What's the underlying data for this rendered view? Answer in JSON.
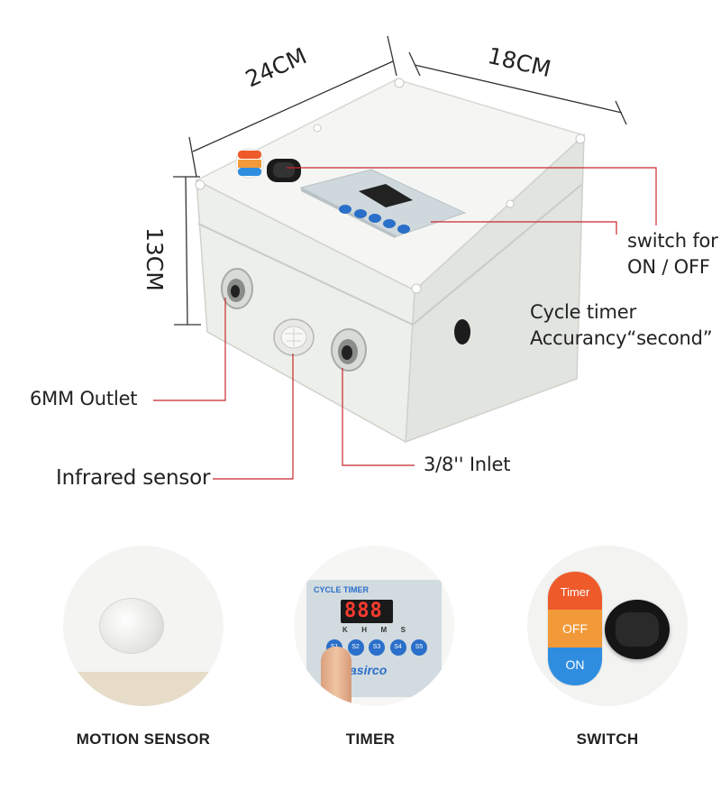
{
  "dimensions": {
    "width": "24CM",
    "depth": "18CM",
    "height": "13CM"
  },
  "callouts": {
    "switch": {
      "line1": "switch for",
      "line2": "ON / OFF"
    },
    "timer": {
      "line1": "Cycle timer",
      "line2": "Accurancy“second”"
    },
    "outlet": "6MM Outlet",
    "sensor": "Infrared sensor",
    "inlet": "3/8'' Inlet"
  },
  "box_labels": {
    "switch_timer": "Timer",
    "switch_off": "OFF",
    "switch_on": "ON",
    "panel_title": "CYCLE TIMER",
    "display": "888",
    "indicators": [
      "K",
      "H",
      "M",
      "S"
    ],
    "buttons": [
      "S1",
      "S2",
      "S3",
      "S4",
      "S5"
    ],
    "brand": "asirco"
  },
  "details": [
    {
      "caption": "MOTION SENSOR"
    },
    {
      "caption": "TIMER"
    },
    {
      "caption": "SWITCH"
    }
  ],
  "colors": {
    "leader_line": "#c8282d",
    "dimension_line": "#333333",
    "box_body": "#eef0ec",
    "timer_on": "#ee5a2a",
    "off_orange": "#f29a3a",
    "on_blue": "#2f8de0",
    "button_blue": "#2a6fc9"
  }
}
